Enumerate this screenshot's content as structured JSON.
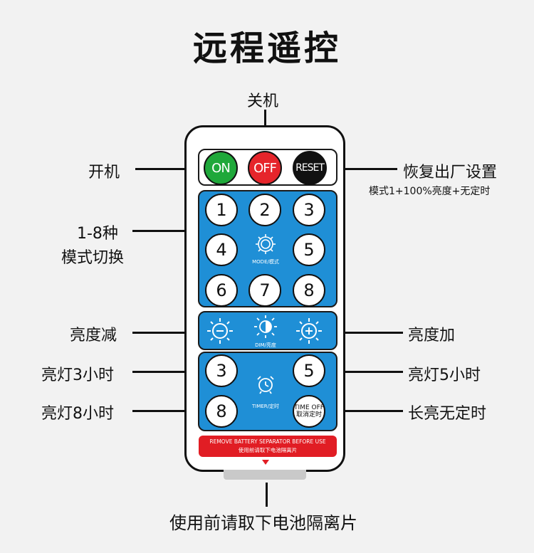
{
  "title": "远程遥控",
  "callouts": {
    "power_off": "关机",
    "power_on": "开机",
    "reset": "恢复出厂设置",
    "reset_note": "模式1+100%亮度+无定时",
    "mode_switch_line1": "1-8种",
    "mode_switch_line2": "模式切换",
    "dim_down": "亮度减",
    "dim_up": "亮度加",
    "timer_3h": "亮灯3小时",
    "timer_5h": "亮灯5小时",
    "timer_8h": "亮灯8小时",
    "timer_off": "长亮无定时",
    "remove_separator": "使用前请取下电池隔离片"
  },
  "remote": {
    "on_label": "ON",
    "off_label": "OFF",
    "reset_label": "RESET",
    "mode_numbers": [
      "1",
      "2",
      "3",
      "4",
      "5",
      "6",
      "7",
      "8"
    ],
    "mode_caption": "MODE/模式",
    "dim_caption": "DIM/亮度",
    "timer_caption": "TIMER/定时",
    "timer_3": "3",
    "timer_5": "5",
    "timer_8": "8",
    "timeoff_line1": "TIME OFF",
    "timeoff_line2": "取消定时",
    "banner_line1": "REMOVE BATTERY SEPARATOR BEFORE USE",
    "banner_line2": "使用前请取下电池隔离片"
  },
  "colors": {
    "on": "#1fa83a",
    "off": "#e6252b",
    "reset": "#111111",
    "panel_blue": "#1f8fd6",
    "banner_red": "#e11d24"
  },
  "icons": [
    "gear-icon",
    "brightness-down-icon",
    "brightness-half-icon",
    "brightness-up-icon",
    "alarm-clock-icon",
    "arrow-down-icon"
  ]
}
